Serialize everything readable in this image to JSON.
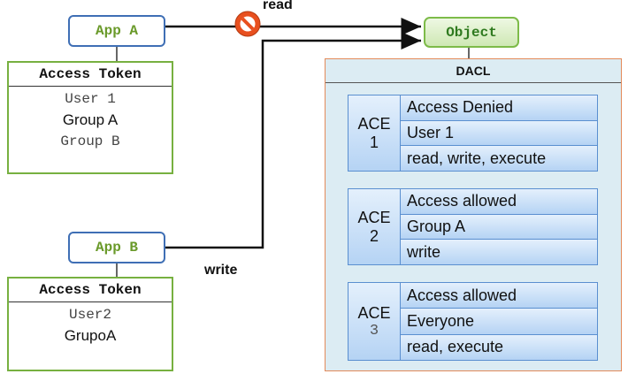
{
  "app_a": {
    "label": "App A"
  },
  "app_b": {
    "label": "App B"
  },
  "token_a": {
    "title": "Access Token",
    "user": "User 1",
    "group1": "Group A",
    "group2": "Group B"
  },
  "token_b": {
    "title": "Access Token",
    "user": "User2",
    "group": "GrupoA"
  },
  "object": {
    "label": "Object"
  },
  "edges": {
    "read": "read",
    "write": "write"
  },
  "dacl": {
    "title": "DACL",
    "aces": [
      {
        "label": "ACE",
        "num": "1",
        "type": "Access Denied",
        "trustee": "User 1",
        "rights": "read, write, execute"
      },
      {
        "label": "ACE",
        "num": "2",
        "type": "Access allowed",
        "trustee": "Group A",
        "rights": "write"
      },
      {
        "label": "ACE",
        "num": "3",
        "type": "Access allowed",
        "trustee": "Everyone",
        "rights": "read, execute"
      }
    ]
  },
  "colors": {
    "arrow": "#111111",
    "deny": "#e8501f",
    "token_border": "#77b040",
    "app_border": "#3f6fb5"
  },
  "icons": {
    "deny": "prohibited-icon"
  }
}
